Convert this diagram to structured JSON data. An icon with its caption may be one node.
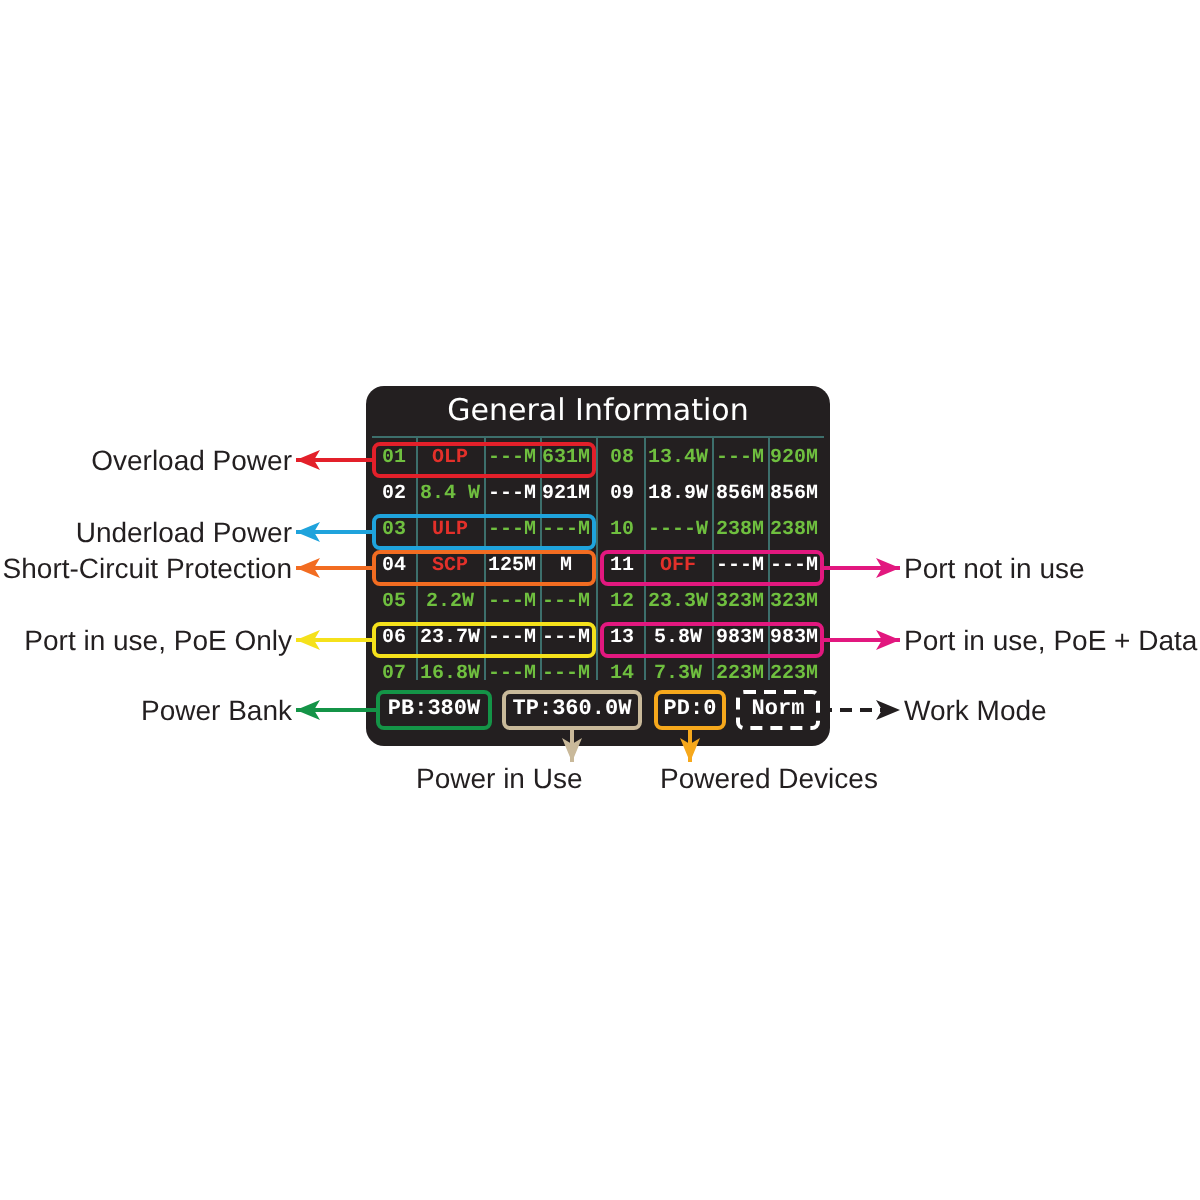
{
  "diagram": {
    "nodes": [
      {
        "text": [
          "General Information"
        ]
      },
      {
        "text": [
          "01",
          "OLP",
          "---M",
          "631M"
        ],
        "in": 0
      },
      {
        "text": [
          "03",
          "ULP",
          "---M",
          "---M"
        ],
        "in": 0
      },
      {
        "text": [
          "04",
          "SCP",
          "125M",
          "M"
        ],
        "in": 0
      },
      {
        "text": [
          "11",
          "OFF",
          "---M",
          "---M"
        ],
        "in": 0
      },
      {
        "text": [
          "06",
          "23.7W",
          "---M",
          "---M"
        ],
        "in": 0
      },
      {
        "text": [
          "13",
          "5.8W",
          "983M",
          "983M"
        ],
        "in": 0
      },
      {
        "text": [
          "PB:380W"
        ],
        "in": 0
      },
      {
        "text": [
          "TP:360.0W"
        ],
        "in": 0
      },
      {
        "text": [
          "PD:0"
        ],
        "in": 0
      },
      {
        "text": [
          "Norm"
        ],
        "in": 0
      },
      {
        "text": [
          "Overload Power"
        ]
      },
      {
        "text": [
          "Underload Power"
        ]
      },
      {
        "text": [
          "Short-Circuit Protection"
        ]
      },
      {
        "text": [
          "Port in use, PoE Only"
        ]
      },
      {
        "text": [
          "Power Bank"
        ]
      },
      {
        "text": [
          "Port not in use"
        ]
      },
      {
        "text": [
          "Port in use, PoE + Data"
        ]
      },
      {
        "text": [
          "Work Mode"
        ]
      },
      {
        "text": [
          "Power in Use"
        ]
      },
      {
        "text": [
          "Powered Devices"
        ]
      }
    ],
    "edges": [
      {
        "from": 1,
        "to": 11,
        "arrow": "to",
        "color": "#e3202a"
      },
      {
        "from": 2,
        "to": 12,
        "arrow": "to",
        "color": "#1fa3dc"
      },
      {
        "from": 3,
        "to": 13,
        "arrow": "to",
        "color": "#f26c21"
      },
      {
        "from": 5,
        "to": 14,
        "arrow": "to",
        "color": "#f5e11b"
      },
      {
        "from": 7,
        "to": 15,
        "arrow": "to",
        "color": "#149447"
      },
      {
        "from": 4,
        "to": 16,
        "arrow": "to",
        "color": "#e2187f"
      },
      {
        "from": 6,
        "to": 17,
        "arrow": "to",
        "color": "#e2187f"
      },
      {
        "from": 10,
        "to": 18,
        "arrow": "to",
        "style": "dashed",
        "color": "#231f20"
      },
      {
        "from": 8,
        "to": 19,
        "arrow": "to",
        "color": "#c9b99a"
      },
      {
        "from": 9,
        "to": 20,
        "arrow": "to",
        "color": "#f6a81c"
      }
    ],
    "labels": [
      "08",
      "13.4W",
      "---M",
      "920M",
      "02",
      "8.4 W",
      "---M",
      "921M",
      "09",
      "18.9W",
      "856M",
      "856M",
      "10",
      "----W",
      "238M",
      "238M",
      "05",
      "2.2W",
      "---M",
      "---M",
      "12",
      "23.3W",
      "323M",
      "323M",
      "07",
      "16.8W",
      "---M",
      "---M",
      "14",
      "7.3W",
      "223M",
      "223M"
    ]
  }
}
